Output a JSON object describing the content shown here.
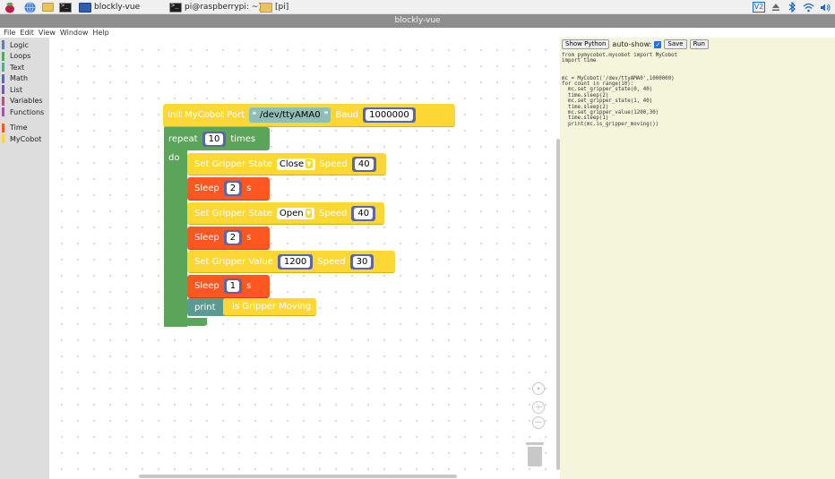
{
  "taskbar": {
    "tasks": [
      {
        "label": "blockly-vue"
      },
      {
        "label": "pi@raspberrypi: ~]"
      },
      {
        "label": "[pi]"
      }
    ],
    "tray_text": "V2"
  },
  "window": {
    "title": "blockly-vue"
  },
  "menu": [
    "File",
    "Edit",
    "View",
    "Window",
    "Help"
  ],
  "toolbox": {
    "categories": [
      {
        "label": "Logic",
        "color": "#5b80a5"
      },
      {
        "label": "Loops",
        "color": "#5ba55b"
      },
      {
        "label": "Text",
        "color": "#5ba58c"
      },
      {
        "label": "Math",
        "color": "#5b67a5"
      },
      {
        "label": "List",
        "color": "#745ba5"
      },
      {
        "label": "Variables",
        "color": "#a55b80"
      },
      {
        "label": "Functions",
        "color": "#995ba5"
      },
      {
        "label": "Time",
        "color": "#ff5722"
      },
      {
        "label": "MyCobot",
        "color": "#fdd835"
      }
    ]
  },
  "blocks": {
    "init": {
      "label": "Init MyCobot Port",
      "port": "/dev/ttyAMA0",
      "baud_label": "Baud",
      "baud": "1000000",
      "quote_open": "❝",
      "quote_close": "❞"
    },
    "repeat": {
      "label": "repeat",
      "count": "10",
      "times": "times",
      "do": "do"
    },
    "gripper_state_1": {
      "label": "Set Gripper State",
      "state": "Close",
      "speed_label": "Speed",
      "speed": "40"
    },
    "sleep_1": {
      "label": "Sleep",
      "value": "2",
      "unit": "s"
    },
    "gripper_state_2": {
      "label": "Set Gripper State",
      "state": "Open",
      "speed_label": "Speed",
      "speed": "40"
    },
    "sleep_2": {
      "label": "Sleep",
      "value": "2",
      "unit": "s"
    },
    "gripper_value": {
      "label": "Set Gripper Value",
      "value": "1200",
      "speed_label": "Speed",
      "speed": "30"
    },
    "sleep_3": {
      "label": "Sleep",
      "value": "1",
      "unit": "s"
    },
    "print": {
      "label": "print",
      "arg": "Is Gripper Moving"
    }
  },
  "python_panel": {
    "show_python": "Show Python",
    "auto_show": "auto-show:",
    "save": "Save",
    "run": "Run",
    "code": "from pymycobot.mycobot import MyCobot\nimport time\n\n\nmc = MyCobot('/dev/ttyAMA0',1000000)\nfor count in range(10):\n  mc.set_gripper_state(0, 40)\n  time.sleep(2)\n  mc.set_gripper_state(1, 40)\n  time.sleep(2)\n  mc.set_gripper_value(1200,30)\n  time.sleep(1)\n  print(mc.is_gripper_moving())"
  }
}
